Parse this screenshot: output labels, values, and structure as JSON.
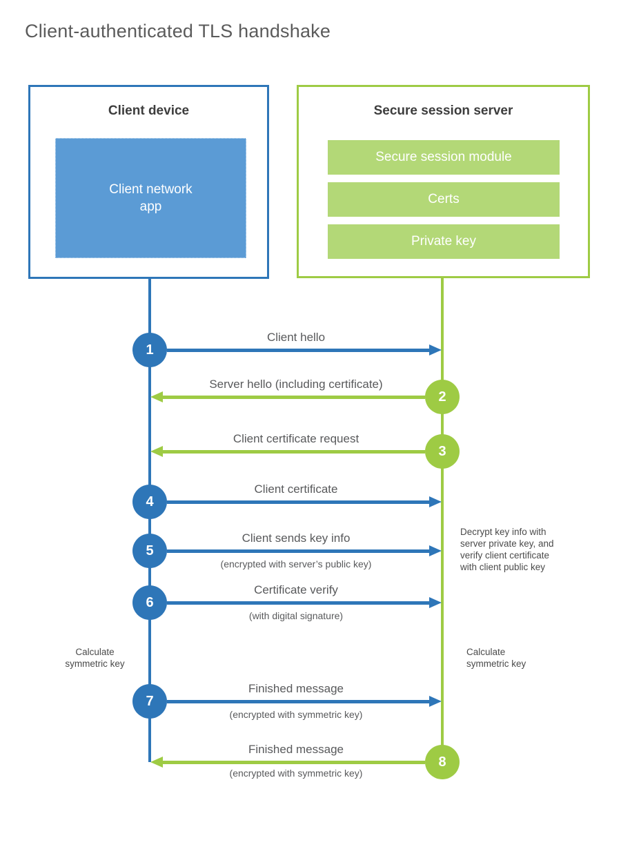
{
  "title": "Client-authenticated TLS handshake",
  "colors": {
    "blue_stroke": "#2e76b8",
    "blue_fill": "#5b9bd5",
    "green_stroke": "#9ecb44",
    "green_fill": "#b3d877"
  },
  "client_box": {
    "title": "Client device",
    "app_lines": [
      "Client network",
      "app"
    ]
  },
  "server_box": {
    "title": "Secure session server",
    "modules": [
      "Secure session module",
      "Certs",
      "Private key"
    ]
  },
  "steps": [
    {
      "num": "1",
      "actor": "client",
      "direction": "right",
      "label": "Client hello",
      "sub": ""
    },
    {
      "num": "2",
      "actor": "server",
      "direction": "left",
      "label": "Server hello (including certificate)",
      "sub": ""
    },
    {
      "num": "3",
      "actor": "server",
      "direction": "left",
      "label": "Client certificate request",
      "sub": ""
    },
    {
      "num": "4",
      "actor": "client",
      "direction": "right",
      "label": "Client certificate",
      "sub": ""
    },
    {
      "num": "5",
      "actor": "client",
      "direction": "right",
      "label": "Client sends key info",
      "sub": "(encrypted with server’s public key)"
    },
    {
      "num": "6",
      "actor": "client",
      "direction": "right",
      "label": "Certificate verify",
      "sub": "(with digital signature)"
    },
    {
      "num": "7",
      "actor": "client",
      "direction": "right",
      "label": "Finished message",
      "sub": "(encrypted with symmetric key)"
    },
    {
      "num": "8",
      "actor": "server",
      "direction": "left",
      "label": "Finished message",
      "sub": "(encrypted with symmetric key)"
    }
  ],
  "annotations": {
    "decrypt_note_lines": [
      "Decrypt key info with",
      "server private key, and",
      "verify client certificate",
      "with client public key"
    ],
    "client_calc_lines": [
      "Calculate",
      "symmetric key"
    ],
    "server_calc_lines": [
      "Calculate",
      "symmetric key"
    ]
  }
}
